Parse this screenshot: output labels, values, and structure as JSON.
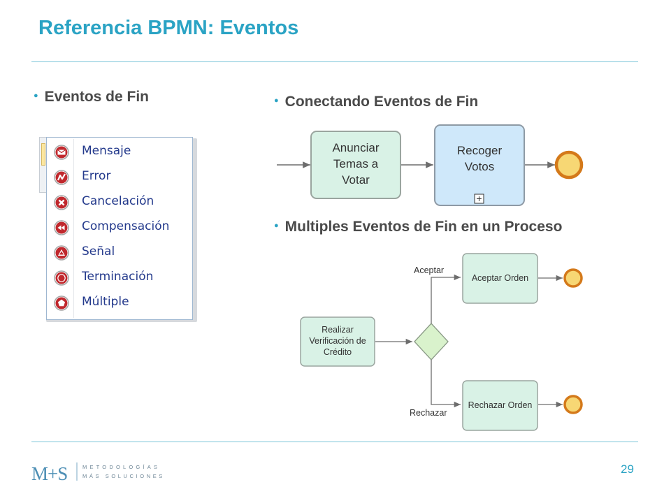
{
  "slide": {
    "title": "Referencia BPMN: Eventos",
    "page_number": "29"
  },
  "bullets": {
    "left": "Eventos de Fin",
    "right_top": "Conectando Eventos de Fin",
    "right_bottom": "Multiples Eventos de Fin en un Proceso"
  },
  "menu": {
    "items": [
      {
        "label": "Mensaje",
        "icon": "envelope-icon"
      },
      {
        "label": "Error",
        "icon": "error-bolt-icon"
      },
      {
        "label": "Cancelación",
        "icon": "cancel-x-icon"
      },
      {
        "label": "Compensación",
        "icon": "compensation-rewind-icon"
      },
      {
        "label": "Señal",
        "icon": "signal-triangle-icon"
      },
      {
        "label": "Terminación",
        "icon": "terminate-dot-icon"
      },
      {
        "label": "Múltiple",
        "icon": "multiple-pentagon-icon"
      }
    ]
  },
  "diagram_top": {
    "task1": [
      "Anunciar",
      "Temas a",
      "Votar"
    ],
    "task2": [
      "Recoger",
      "Votos"
    ],
    "subprocess_marker": "+"
  },
  "diagram_bottom": {
    "start_task": [
      "Realizar",
      "Verificación de",
      "Crédito"
    ],
    "upper_flow_label": "Aceptar",
    "lower_flow_label": "Rechazar",
    "upper_task": "Aceptar Orden",
    "lower_task": "Rechazar Orden"
  },
  "logo": {
    "mark": "M+S",
    "line1": "METODOLOGÍAS",
    "line2": "MÁS SOLUCIONES"
  },
  "colors": {
    "accent": "#2aa3c4",
    "task_green": "#d9f2e6",
    "task_blue": "#cfe8fa",
    "end_event_fill": "#f7d774",
    "end_event_stroke": "#d4791a",
    "menu_icon": "#c0282d"
  }
}
